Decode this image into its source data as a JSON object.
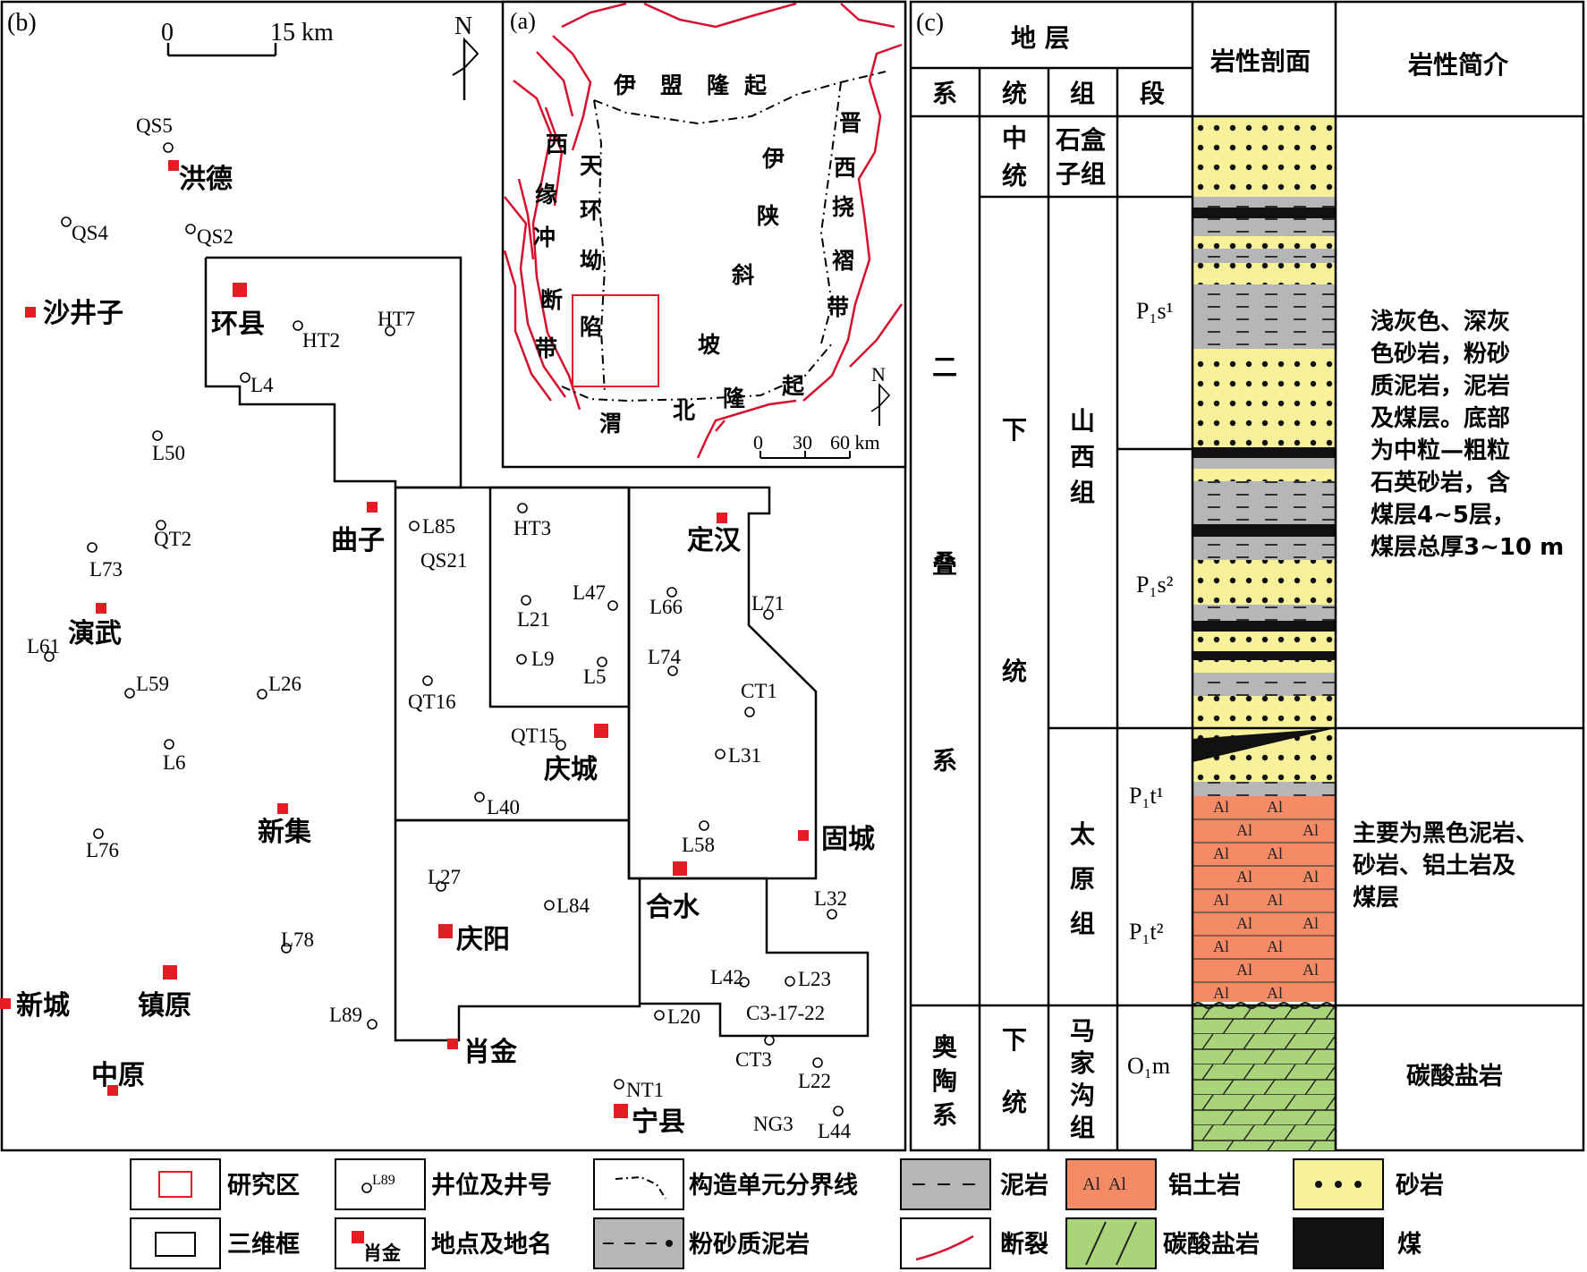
{
  "panel_b": {
    "label": "(b)",
    "scale": {
      "zero": "0",
      "dist": "15 km"
    },
    "north": "N",
    "wells": [
      {
        "id": "QS5",
        "label": "QS5"
      },
      {
        "id": "QS4",
        "label": "QS4"
      },
      {
        "id": "QS2",
        "label": "QS2"
      },
      {
        "id": "HT2",
        "label": "HT2"
      },
      {
        "id": "HT7",
        "label": "HT7"
      },
      {
        "id": "L4",
        "label": "L4"
      },
      {
        "id": "L50",
        "label": "L50"
      },
      {
        "id": "QT2",
        "label": "QT2"
      },
      {
        "id": "L73",
        "label": "L73"
      },
      {
        "id": "L61",
        "label": "L61"
      },
      {
        "id": "L59",
        "label": "L59"
      },
      {
        "id": "L26",
        "label": "L26"
      },
      {
        "id": "L6",
        "label": "L6"
      },
      {
        "id": "L76",
        "label": "L76"
      },
      {
        "id": "L78",
        "label": "L78"
      },
      {
        "id": "L89",
        "label": "L89"
      },
      {
        "id": "L85",
        "label": "L85"
      },
      {
        "id": "QS21",
        "label": "QS21"
      },
      {
        "id": "HT3",
        "label": "HT3"
      },
      {
        "id": "L47",
        "label": "L47"
      },
      {
        "id": "L21",
        "label": "L21"
      },
      {
        "id": "L9",
        "label": "L9"
      },
      {
        "id": "L5",
        "label": "L5"
      },
      {
        "id": "QT16",
        "label": "QT16"
      },
      {
        "id": "QT15",
        "label": "QT15"
      },
      {
        "id": "L40",
        "label": "L40"
      },
      {
        "id": "L66",
        "label": "L66"
      },
      {
        "id": "L71",
        "label": "L71"
      },
      {
        "id": "L74",
        "label": "L74"
      },
      {
        "id": "CT1",
        "label": "CT1"
      },
      {
        "id": "L31",
        "label": "L31"
      },
      {
        "id": "L58",
        "label": "L58"
      },
      {
        "id": "L27",
        "label": "L27"
      },
      {
        "id": "L84",
        "label": "L84"
      },
      {
        "id": "L32",
        "label": "L32"
      },
      {
        "id": "L42",
        "label": "L42"
      },
      {
        "id": "L23",
        "label": "L23"
      },
      {
        "id": "C3-17-22",
        "label": "C3-17-22"
      },
      {
        "id": "L20",
        "label": "L20"
      },
      {
        "id": "CT3",
        "label": "CT3"
      },
      {
        "id": "L22",
        "label": "L22"
      },
      {
        "id": "NT1",
        "label": "NT1"
      },
      {
        "id": "NG3",
        "label": "NG3"
      },
      {
        "id": "L44",
        "label": "L44"
      }
    ],
    "places": [
      {
        "id": "hongde",
        "name": "洪德"
      },
      {
        "id": "shajingzi",
        "name": "沙井子"
      },
      {
        "id": "huanxian",
        "name": "环县"
      },
      {
        "id": "quzi",
        "name": "曲子"
      },
      {
        "id": "yanwu",
        "name": "演武"
      },
      {
        "id": "dinghan",
        "name": "定汉"
      },
      {
        "id": "qingcheng",
        "name": "庆城"
      },
      {
        "id": "xinji",
        "name": "新集"
      },
      {
        "id": "gucheng",
        "name": "固城"
      },
      {
        "id": "heshui",
        "name": "合水"
      },
      {
        "id": "qingyang",
        "name": "庆阳"
      },
      {
        "id": "xincheng",
        "name": "新城"
      },
      {
        "id": "zhenyuan",
        "name": "镇原"
      },
      {
        "id": "xiaojin",
        "name": "肖金"
      },
      {
        "id": "zhongyuan",
        "name": "中原"
      },
      {
        "id": "ningxian",
        "name": "宁县"
      }
    ]
  },
  "panel_a": {
    "label": "(a)",
    "units": {
      "yimeng": "伊盟隆起",
      "xiyuan": "西缘冲断带",
      "tianhuan": "天环坳陷",
      "yishan": "伊陕斜坡",
      "jinxi": "晋西挠褶带",
      "weibei": "渭北隆起"
    },
    "north": "N",
    "scale": {
      "ticks": [
        "0",
        "30",
        "60 km"
      ]
    }
  },
  "panel_c": {
    "label": "(c)",
    "header": {
      "strata": "地 层",
      "section": "岩性剖面",
      "intro": "岩性简介",
      "xi": "系",
      "tong": "统",
      "zu": "组",
      "duan": "段"
    },
    "cells": {
      "erdie": "二叠系",
      "ordovician": "奥陶系",
      "middle": "中统",
      "lower": "下统",
      "lower_lbl": "下统",
      "lower_ord": "下统",
      "shihezi": "石盒子组",
      "shanxi": "山西组",
      "taiyuan": "太原组",
      "majiagou": "马家沟组",
      "p1s1": "P₁s¹",
      "p1s2": "P₁s²",
      "p1t1": "P₁t¹",
      "p1t2": "P₁t²",
      "o1m": "O₁m"
    },
    "intro": {
      "shanxi": [
        "浅灰色、深灰",
        "色砂岩，粉砂",
        "质泥岩，泥岩",
        "及煤层。底部",
        "为中粒—粗粒",
        "石英砂岩，含",
        "煤层4~5层，",
        "煤层总厚3~10 m"
      ],
      "taiyuan": [
        "主要为黑色泥岩、",
        "砂岩、铝土岩及",
        "煤层"
      ],
      "majiagou": "碳酸盐岩"
    },
    "al": "Al"
  },
  "legend": [
    {
      "id": "study",
      "text": "研究区"
    },
    {
      "id": "well",
      "text": "井位及井号",
      "sample": "L89"
    },
    {
      "id": "boundary",
      "text": "构造单元分界线"
    },
    {
      "id": "mudstone",
      "text": "泥岩"
    },
    {
      "id": "bauxite",
      "text": "铝土岩",
      "sample": "Al  Al"
    },
    {
      "id": "sandstone",
      "text": "砂岩"
    },
    {
      "id": "box3d",
      "text": "三维框"
    },
    {
      "id": "place",
      "text": "地点及地名",
      "sample": "肖金"
    },
    {
      "id": "siltmud",
      "text": "粉砂质泥岩"
    },
    {
      "id": "fault",
      "text": "断裂"
    },
    {
      "id": "carbonate",
      "text": "碳酸盐岩"
    },
    {
      "id": "coal",
      "text": "煤"
    }
  ],
  "colors": {
    "place": "#e31d23",
    "fault": "#d6112e",
    "sand": "#f6f19a",
    "gray": "#b5b6b8",
    "bauxite": "#f58a67",
    "carbonate": "#a9d47a",
    "coal": "#111111"
  }
}
